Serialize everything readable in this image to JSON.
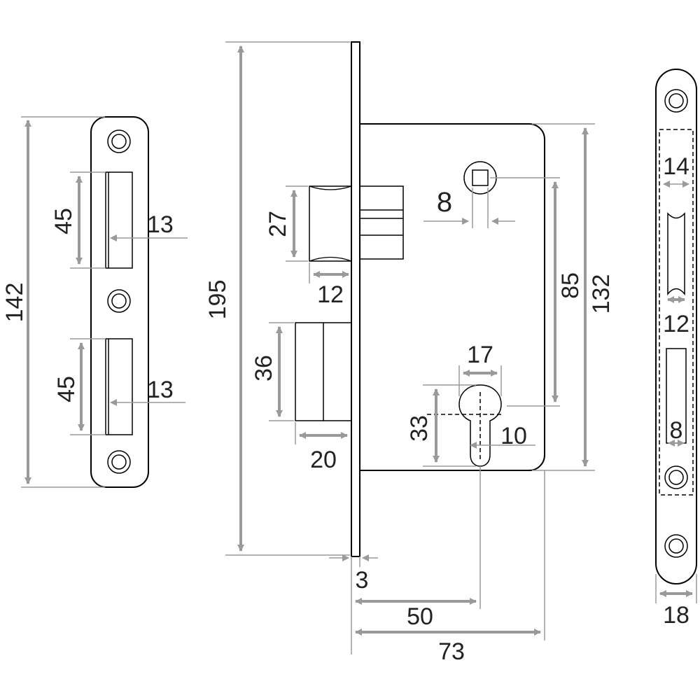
{
  "dimensions": {
    "strike_height": "142",
    "strike_slot_upper_height": "45",
    "strike_slot_upper_offset": "13",
    "strike_slot_lower_height": "45",
    "strike_slot_lower_offset": "13",
    "faceplate_height": "195",
    "latch_height": "27",
    "latch_depth": "12",
    "deadbolt_height": "36",
    "deadbolt_throw": "20",
    "spindle_square": "8",
    "handle_to_cylinder": "85",
    "case_height": "132",
    "cylinder_width": "17",
    "cylinder_height": "33",
    "cylinder_lower_width": "10",
    "faceplate_thickness": "3",
    "backset": "50",
    "case_depth": "73",
    "front_upper_slot_width": "14",
    "front_latch_width": "12",
    "front_bolt_width": "8",
    "front_plate_width": "18"
  }
}
